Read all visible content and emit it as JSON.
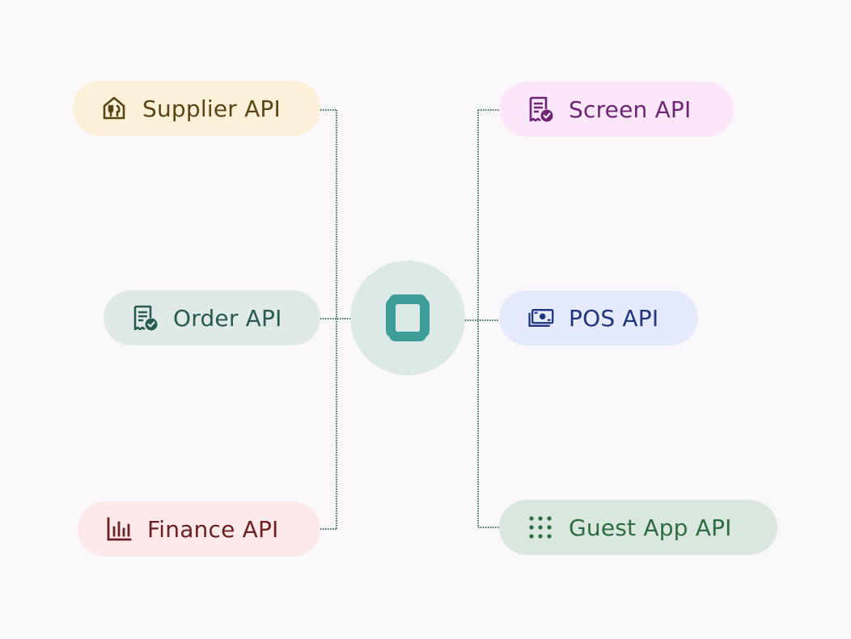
{
  "hub": {
    "icon": "square-app-logo-icon"
  },
  "left_nodes": [
    {
      "label": "Supplier API",
      "icon": "store-fork-knife-icon"
    },
    {
      "label": "Order API",
      "icon": "receipt-check-icon"
    },
    {
      "label": "Finance API",
      "icon": "bar-chart-icon"
    }
  ],
  "right_nodes": [
    {
      "label": "Screen API",
      "icon": "receipt-check-icon"
    },
    {
      "label": "POS API",
      "icon": "cash-stack-icon"
    },
    {
      "label": "Guest App API",
      "icon": "dot-grid-icon"
    }
  ],
  "colors": {
    "background": "#faf8fb",
    "connector": "#3f7565",
    "hub_fill": "#dce9e7",
    "hub_icon": "#3d9e98"
  }
}
